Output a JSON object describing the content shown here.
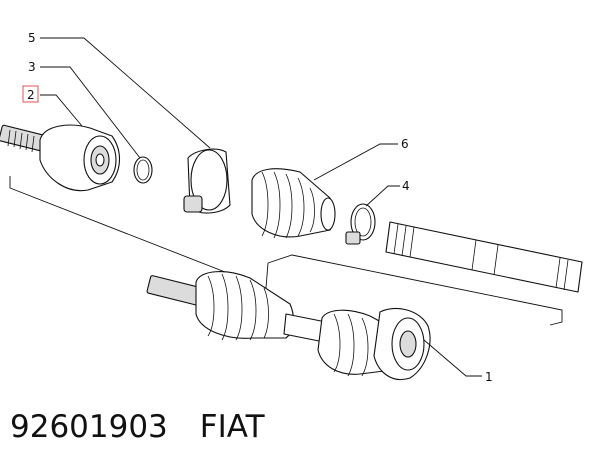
{
  "callouts": {
    "c1": "1",
    "c2": "2",
    "c3": "3",
    "c4": "4",
    "c5": "5",
    "c6": "6"
  },
  "highlight_color": "#e05050",
  "caption": {
    "part_number": "92601903",
    "brand": "FIAT"
  }
}
